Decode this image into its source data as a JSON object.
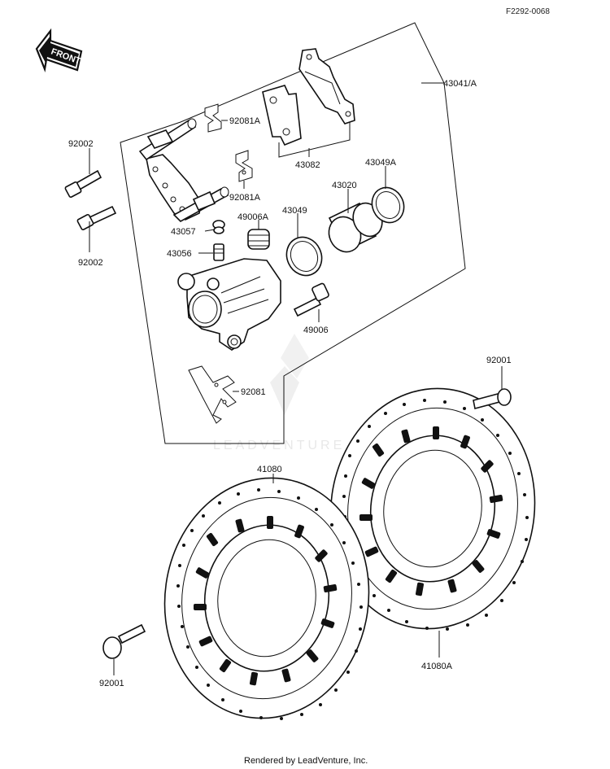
{
  "header": {
    "figure_code": "F2292-0068"
  },
  "front_badge": {
    "text": "FRONT"
  },
  "watermark": {
    "text": "LEADVENTURE"
  },
  "callouts": {
    "c43041": "43041/A",
    "c92081A_top": "92081A",
    "c92002_top": "92002",
    "c43082": "43082",
    "c92081A_mid": "92081A",
    "c43049A": "43049A",
    "c43020": "43020",
    "c49006A": "49006A",
    "c43049": "43049",
    "c43057": "43057",
    "c43056": "43056",
    "c92002_bottom": "92002",
    "c49006": "49006",
    "c92001_right": "92001",
    "c92081": "92081",
    "c41080": "41080",
    "c92001_left": "92001",
    "c41080A": "41080A"
  },
  "footer": {
    "credit": "Rendered by LeadVenture, Inc."
  }
}
